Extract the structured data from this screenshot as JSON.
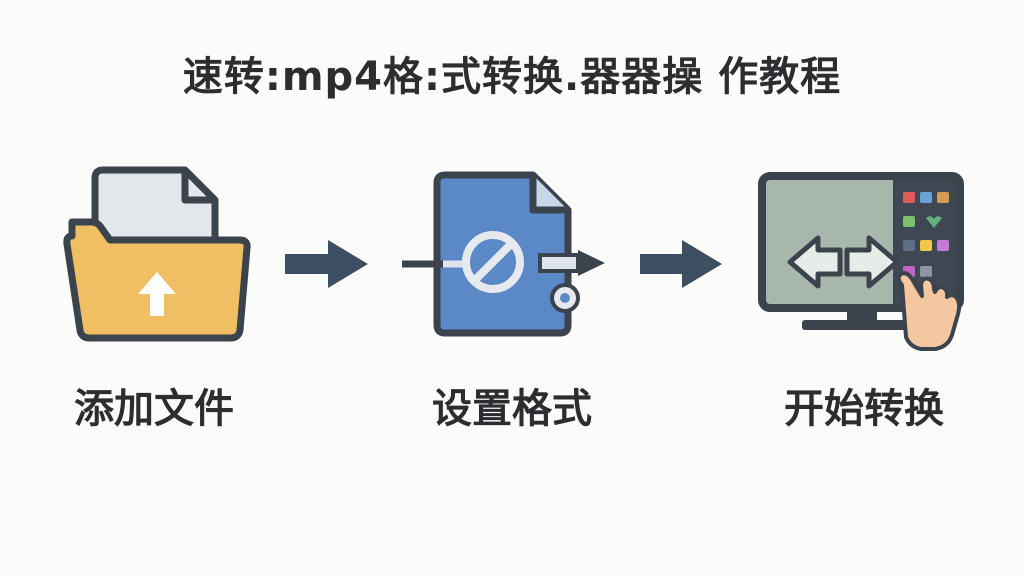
{
  "title": "速转:mp4格:式转换.器器操 作教程",
  "steps": [
    {
      "label": "添加文件",
      "icon": "folder-upload-icon"
    },
    {
      "label": "设置格式",
      "icon": "format-settings-icon"
    },
    {
      "label": "开始转换",
      "icon": "monitor-convert-icon"
    }
  ],
  "colors": {
    "outline": "#3b434d",
    "folder": "#f0bf63",
    "paper": "#e4e7ec",
    "doc_blue": "#5b88c6",
    "screen": "#a8b7ac",
    "arrow": "#3d4f62",
    "hand": "#f4c7a1"
  }
}
